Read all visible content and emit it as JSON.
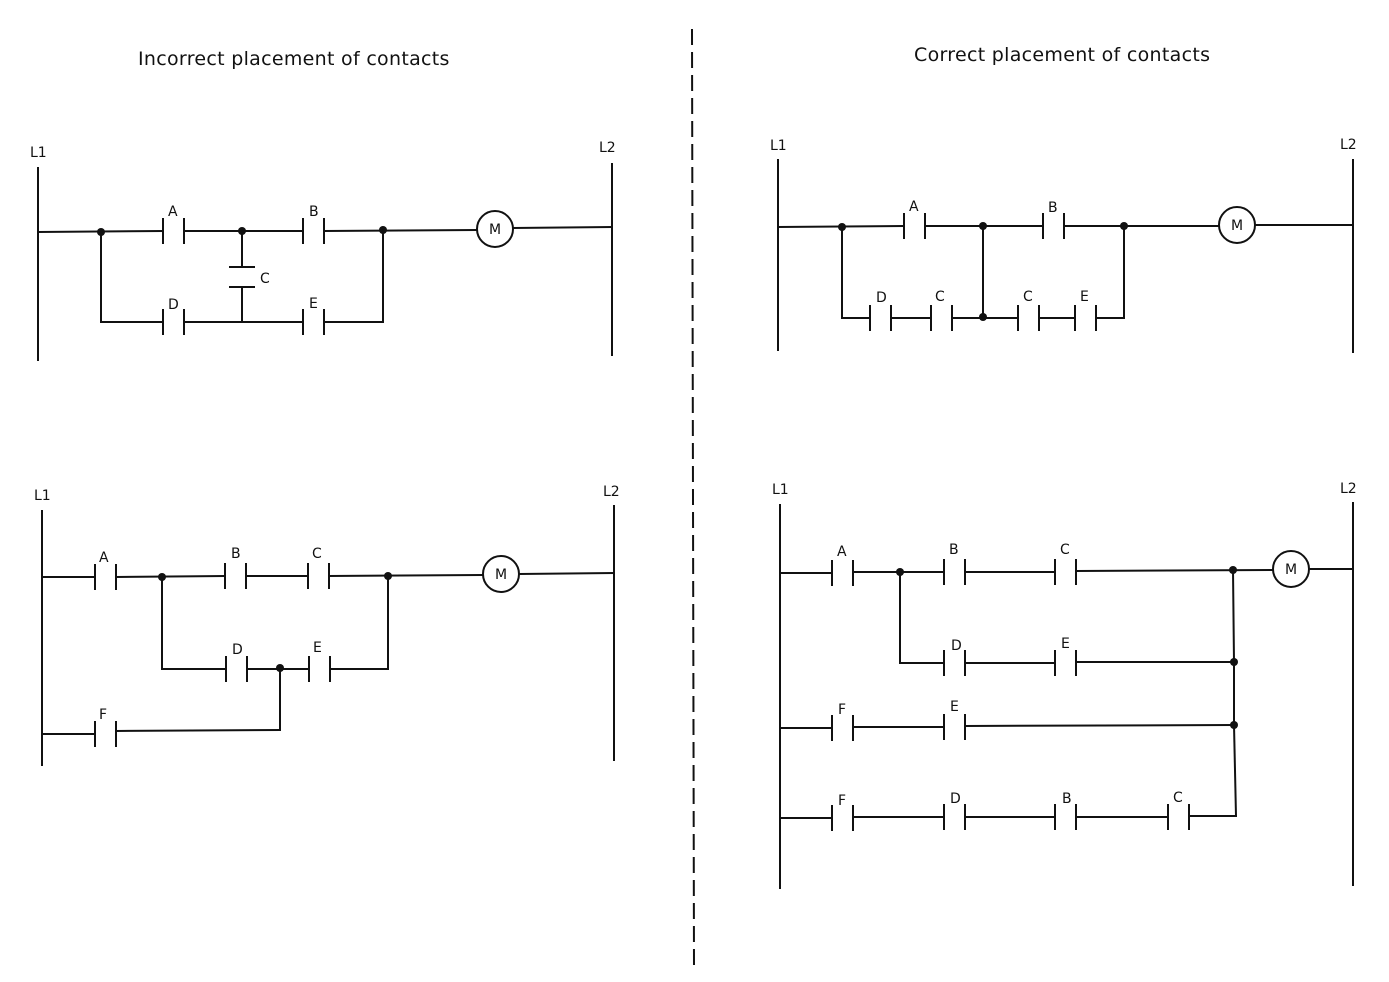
{
  "headings": {
    "incorrect": "Incorrect placement of contacts",
    "correct": "Correct placement of contacts"
  },
  "rails": {
    "left": "L1",
    "right": "L2"
  },
  "coil": "M",
  "contacts": {
    "incorrect_top": [
      "A",
      "B",
      "C",
      "D",
      "E"
    ],
    "incorrect_bottom": [
      "A",
      "B",
      "C",
      "D",
      "E",
      "F"
    ],
    "correct_top": [
      "A",
      "B",
      "D",
      "C",
      "C",
      "E"
    ],
    "correct_bottom": [
      "A",
      "B",
      "C",
      "D",
      "E",
      "F",
      "E",
      "F",
      "D",
      "B",
      "C"
    ]
  }
}
